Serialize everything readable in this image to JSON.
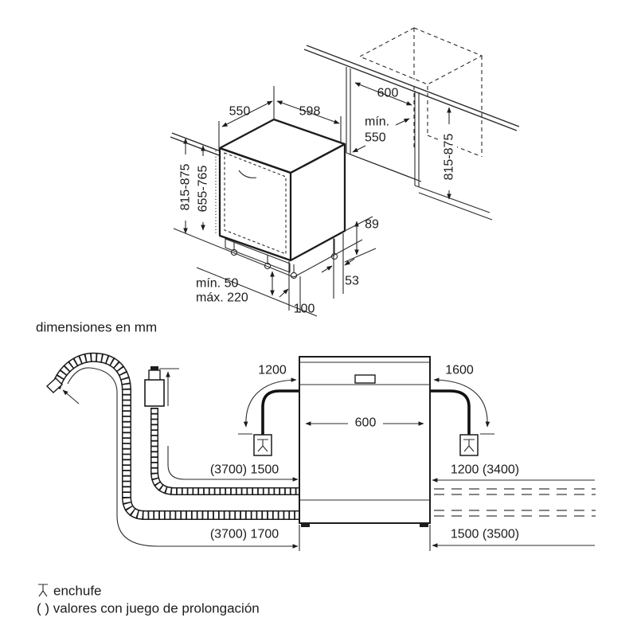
{
  "note": "dimensiones en mm",
  "colors": {
    "line": "#1c1c1c",
    "background": "#ffffff"
  },
  "top_diagram": {
    "appliance_depth": "550",
    "appliance_width": "598",
    "niche_width": "600",
    "niche_depth_line1": "mín.",
    "niche_depth_line2": "550",
    "niche_height_right": "815-875",
    "appliance_height_left": "815-875",
    "door_panel_height": "655-765",
    "plinth_min": "mín. 50",
    "plinth_max": "máx. 220",
    "front_foot_offset": "100",
    "rear_foot_offset": "53",
    "rear_base_height": "89"
  },
  "bottom_diagram": {
    "power_cord_left": "1200",
    "power_cord_right": "1600",
    "appliance_width": "600",
    "hose_top_left": "(3700) 1500",
    "hose_top_right": "1200 (3400)",
    "hose_bottom_left": "(3700) 1700",
    "hose_bottom_right": "1500 (3500)"
  },
  "legend": {
    "plug_label": "enchufe",
    "extension_note": "( ) valores con juego de prolongación"
  }
}
